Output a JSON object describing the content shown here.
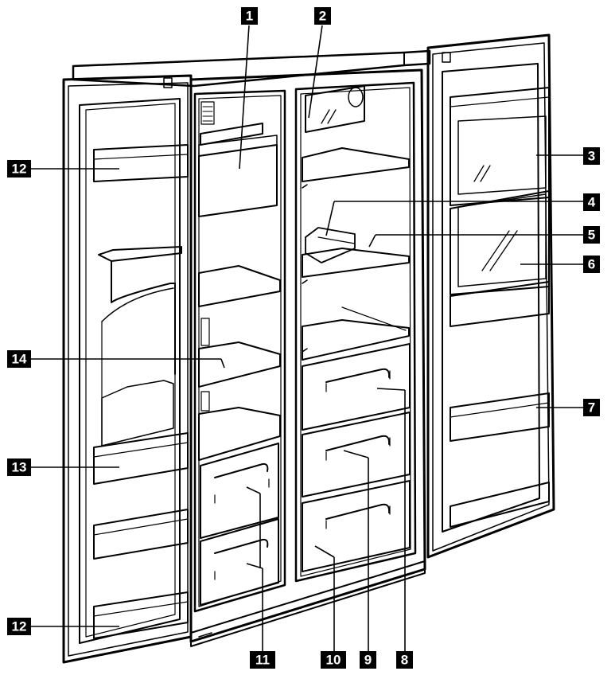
{
  "diagram": {
    "subject": "side-by-side-refrigerator-interior",
    "colors": {
      "line": "#000000",
      "fill": "#ffffff",
      "badge": "#000000",
      "badge_text": "#ffffff"
    },
    "callouts": [
      {
        "id": "c1",
        "label": "1"
      },
      {
        "id": "c2",
        "label": "2"
      },
      {
        "id": "c3",
        "label": "3"
      },
      {
        "id": "c4",
        "label": "4"
      },
      {
        "id": "c5",
        "label": "5"
      },
      {
        "id": "c6",
        "label": "6"
      },
      {
        "id": "c7",
        "label": "7"
      },
      {
        "id": "c8",
        "label": "8"
      },
      {
        "id": "c9",
        "label": "9"
      },
      {
        "id": "c10",
        "label": "10"
      },
      {
        "id": "c11",
        "label": "11"
      },
      {
        "id": "c12a",
        "label": "12"
      },
      {
        "id": "c12b",
        "label": "12"
      },
      {
        "id": "c13",
        "label": "13"
      },
      {
        "id": "c14",
        "label": "14"
      }
    ]
  }
}
